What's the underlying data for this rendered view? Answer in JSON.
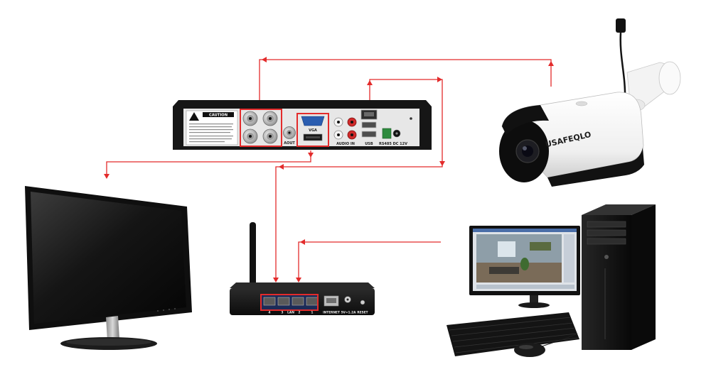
{
  "dvr": {
    "caution_label": "CAUTION",
    "vga_label": "VGA",
    "aout_label": "AOUT",
    "audio_in_label": "AUDIO IN",
    "usb_label": "USB",
    "power_label": "RS485 DC 12V"
  },
  "camera": {
    "brand": "USAFEQLO"
  },
  "router": {
    "lan_label": "LAN",
    "lan_port_numbers": [
      "4",
      "3",
      "2",
      "1"
    ],
    "internet_label": "INTERNET",
    "power_label": "5V=1.2A",
    "reset_label": "RESET"
  },
  "colors": {
    "connection": "#e32b2b",
    "port_highlight": "#e32b2b",
    "vga_port": "#2a5db0",
    "power_terminal": "#2e8b3e",
    "device_body": "#111111",
    "camera_shell": "#f4f4f4"
  },
  "icons": {
    "caution": "caution-triangle-icon"
  }
}
